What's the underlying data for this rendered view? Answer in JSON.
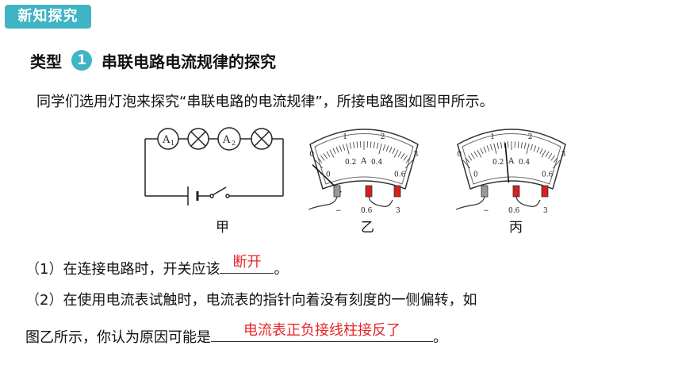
{
  "section_badge": "新知探究",
  "type_heading": {
    "prefix": "类型",
    "number": "1",
    "title": "串联电路电流规律的探究"
  },
  "intro": "同学们选用灯泡来探究“串联电路的电流规律”，所接电路图如图甲所示。",
  "figures": {
    "circuit": {
      "label": "甲",
      "ammeter1": "A",
      "ammeter1_sub": "1",
      "ammeter2": "A",
      "ammeter2_sub": "2"
    },
    "meter_b": {
      "label": "乙",
      "pointer_fraction": -0.05
    },
    "meter_c": {
      "label": "丙",
      "pointer_fraction": 0.44
    },
    "meter": {
      "top_scale": [
        "0",
        "1",
        "2",
        "3"
      ],
      "bottom_scale": [
        "0",
        "0.2",
        "0.4",
        "0.6"
      ],
      "unit": "A",
      "terminals": [
        "−",
        "0.6",
        "3"
      ]
    }
  },
  "questions": [
    {
      "num": "1",
      "text": "在连接电路时，开关应该",
      "answer": "断开",
      "end": "。"
    },
    {
      "num": "2",
      "text_line1": "在使用电流表试触时，电流表的指针向着没有刻度的一侧偏转，如",
      "text_line2": "图乙所示，你认为原因可能是",
      "answer": "电流表正负接线柱接反了",
      "end": "。"
    }
  ]
}
